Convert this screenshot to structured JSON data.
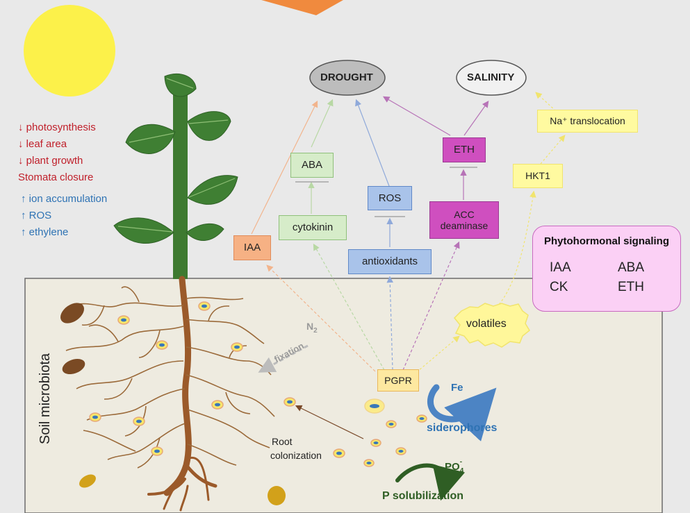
{
  "stress_effects": {
    "decreases": [
      "↓ photosynthesis",
      "↓ leaf area",
      "↓ plant growth",
      "Stomata closure"
    ],
    "increases": [
      "↑  ion accumulation",
      "↑ ROS",
      "↑ ethylene"
    ]
  },
  "stresses": {
    "drought": "DROUGHT",
    "salinity": "SALINITY"
  },
  "boxes": {
    "aba": "ABA",
    "cytokinin": "cytokinin",
    "iaa": "IAA",
    "ros": "ROS",
    "antioxidants": "antioxidants",
    "eth": "ETH",
    "acc_line1": "ACC",
    "acc_line2": "deaminase",
    "hkt1": "HKT1",
    "na_translocation": "Na⁺ translocation",
    "pgpr": "PGPR",
    "volatiles": "volatiles"
  },
  "phytohormonal": {
    "title": "Phytohormonal signaling",
    "up_line1": "IAA",
    "up_line2": "CK",
    "down_line1": "ABA",
    "down_line2": "ETH"
  },
  "soil": {
    "title": "Soil microbiota",
    "n2_label": "N",
    "n2_sub": "2",
    "fixation_label": "fixation",
    "root_colonization_line1": "Root",
    "root_colonization_line2": "colonization",
    "fe_label": "Fe",
    "siderophores_label": "siderophores",
    "po4_label": "PO",
    "po4_sub": "4",
    "po4_sup": "-",
    "p_solubilization_label": "P solubilization"
  },
  "colors": {
    "background": "#e9e9e9",
    "soil": "#eeebe0",
    "stem": "#3e7a30",
    "leaf": "#3f7f33",
    "root": "#9b5a2a",
    "sun": "#fcf14a",
    "red_text": "#c0202b",
    "blue_text": "#2f73b4",
    "green_box": "#d6ecc9",
    "blue_box": "#a9c3ea",
    "orange_box": "#f6b184",
    "magenta_box": "#cf4fbf",
    "yellow_box": "#fffaa0",
    "pink_panel": "#fbd0f5"
  }
}
